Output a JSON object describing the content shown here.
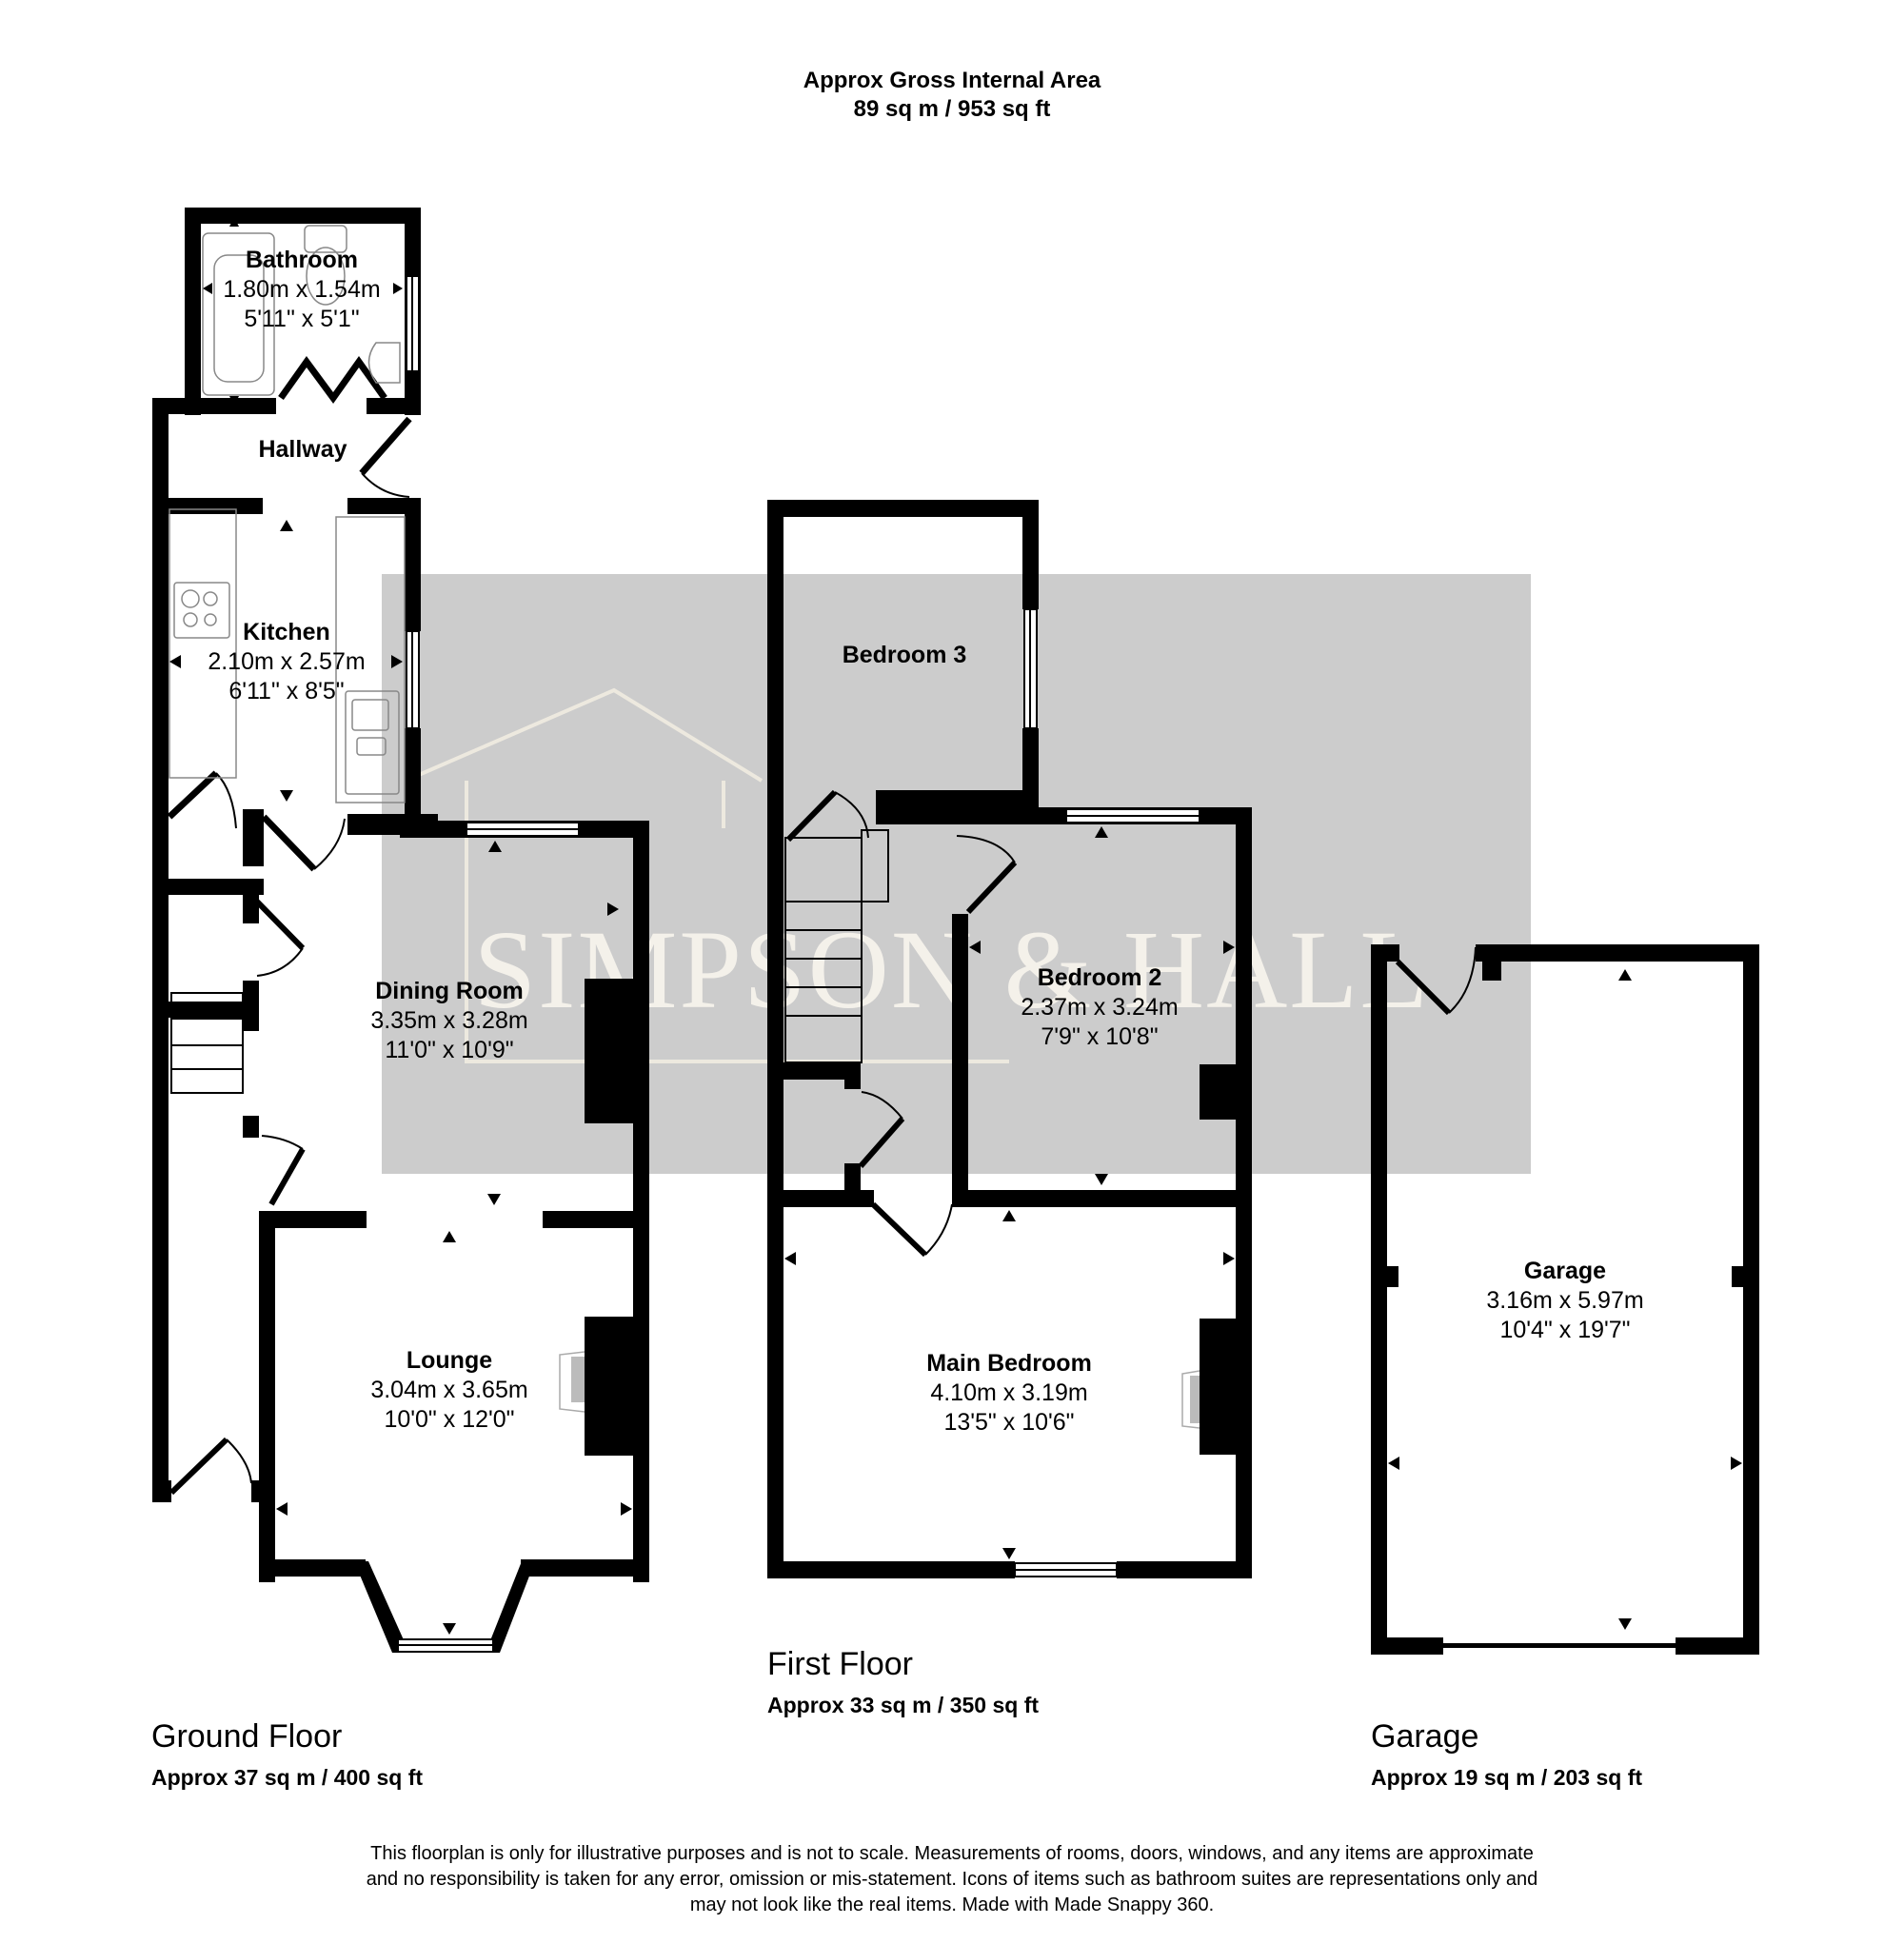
{
  "header": {
    "title": "Approx Gross Internal Area",
    "total_area": "89 sq m / 953 sq ft"
  },
  "watermark": {
    "text": "SIMPSON & HALL",
    "overlay_color": "#cccccc",
    "text_color": "#f2efe8"
  },
  "colors": {
    "wall": "#000000",
    "background": "#ffffff",
    "fixture_outline": "#888888",
    "chimney_hearth": "#bbbbbb"
  },
  "floors": [
    {
      "id": "ground",
      "title": "Ground Floor",
      "area": "Approx 37 sq m / 400 sq ft",
      "rooms": [
        {
          "name": "Bathroom",
          "dim_m": "1.80m x 1.54m",
          "dim_ft": "5'11\" x 5'1\""
        },
        {
          "name": "Hallway",
          "dim_m": "",
          "dim_ft": ""
        },
        {
          "name": "Kitchen",
          "dim_m": "2.10m x 2.57m",
          "dim_ft": "6'11\" x 8'5\""
        },
        {
          "name": "Dining Room",
          "dim_m": "3.35m x 3.28m",
          "dim_ft": "11'0\" x 10'9\""
        },
        {
          "name": "Lounge",
          "dim_m": "3.04m x 3.65m",
          "dim_ft": "10'0\" x 12'0\""
        }
      ]
    },
    {
      "id": "first",
      "title": "First Floor",
      "area": "Approx 33 sq m / 350 sq ft",
      "rooms": [
        {
          "name": "Bedroom 3",
          "dim_m": "",
          "dim_ft": ""
        },
        {
          "name": "Bedroom 2",
          "dim_m": "2.37m x 3.24m",
          "dim_ft": "7'9\" x 10'8\""
        },
        {
          "name": "Main Bedroom",
          "dim_m": "4.10m x 3.19m",
          "dim_ft": "13'5\" x 10'6\""
        }
      ]
    },
    {
      "id": "garage",
      "title": "Garage",
      "area": "Approx 19 sq m / 203 sq ft",
      "rooms": [
        {
          "name": "Garage",
          "dim_m": "3.16m x 5.97m",
          "dim_ft": "10'4\" x 19'7\""
        }
      ]
    }
  ],
  "disclaimer": {
    "line1": "This floorplan is only for illustrative purposes and is not to scale. Measurements of rooms, doors, windows, and any items are approximate",
    "line2": "and no responsibility is taken for any error, omission or mis-statement. Icons of items such as bathroom suites are representations only and",
    "line3": "may not look like the real items. Made with Made Snappy 360."
  }
}
